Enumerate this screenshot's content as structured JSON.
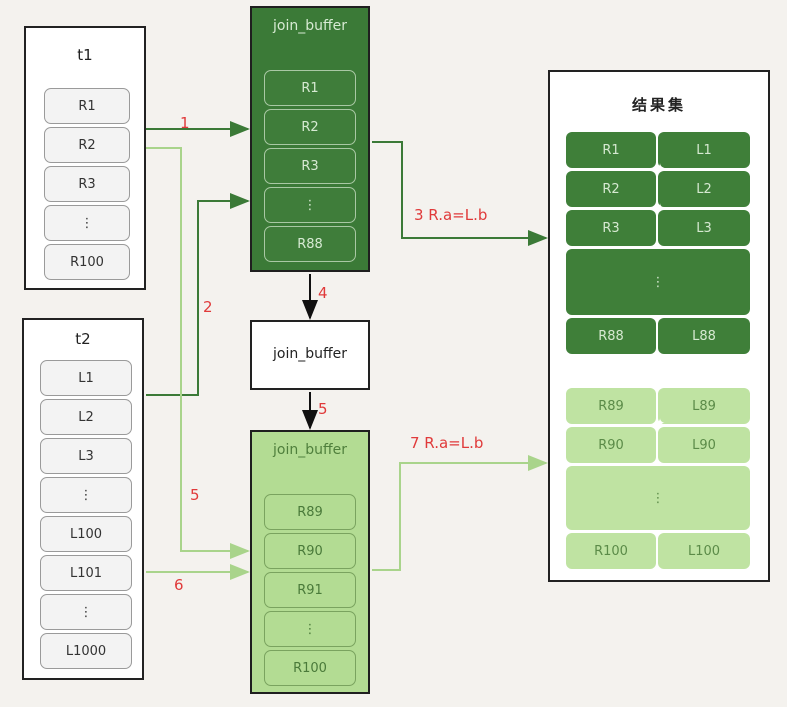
{
  "t1": {
    "title": "t1",
    "rows": [
      "R1",
      "R2",
      "R3",
      "⋮",
      "R100"
    ]
  },
  "t2": {
    "title": "t2",
    "rows": [
      "L1",
      "L2",
      "L3",
      "⋮",
      "L100",
      "L101",
      "⋮",
      "L1000"
    ]
  },
  "join_buffer_1": {
    "title": "join_buffer",
    "rows": [
      "R1",
      "R2",
      "R3",
      "⋮",
      "R88"
    ]
  },
  "join_buffer_mid": {
    "title": "join_buffer"
  },
  "join_buffer_2": {
    "title": "join_buffer",
    "rows": [
      "R89",
      "R90",
      "R91",
      "⋮",
      "R100"
    ]
  },
  "result": {
    "title": "结果集",
    "dark_rows": [
      [
        "R1",
        "L1"
      ],
      [
        "R2",
        "L2"
      ],
      [
        "R3",
        "L3"
      ],
      [
        "⋮",
        ""
      ],
      [
        "R88",
        "L88"
      ]
    ],
    "light_rows": [
      [
        "R89",
        "L89"
      ],
      [
        "R90",
        "L90"
      ],
      [
        "⋮",
        ""
      ],
      [
        "R100",
        "L100"
      ]
    ]
  },
  "step_labels": {
    "s1": "1",
    "s2": "2",
    "s3": "3 R.a=L.b",
    "s4": "4",
    "s5a": "5",
    "s5b": "5",
    "s6": "6",
    "s7": "7 R.a=L.b"
  },
  "colors": {
    "dark_green": "#3b7a37",
    "light_green": "#b3dc93",
    "label_red": "#e03a3a"
  }
}
